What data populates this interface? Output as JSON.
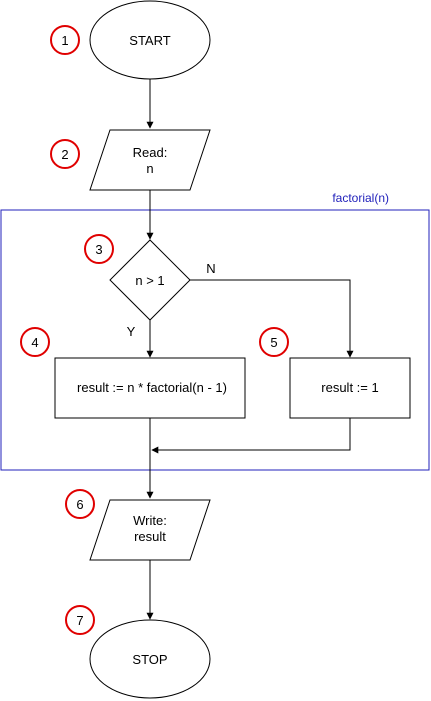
{
  "colors": {
    "stroke": "#000000",
    "step_marker": "#e00000",
    "frame": "#2222bb",
    "frame_label": "#2222bb",
    "fill": "#ffffff"
  },
  "frame": {
    "label": "factorial(n)"
  },
  "nodes": {
    "start": {
      "text": "START",
      "step": "1"
    },
    "read": {
      "line1": "Read:",
      "line2": "n",
      "step": "2"
    },
    "decision": {
      "text": "n > 1",
      "step": "3",
      "yes_label": "Y",
      "no_label": "N"
    },
    "recursive": {
      "text": "result := n * factorial(n - 1)",
      "step": "4"
    },
    "base": {
      "text": "result := 1",
      "step": "5"
    },
    "write": {
      "line1": "Write:",
      "line2": "result",
      "step": "6"
    },
    "stop": {
      "text": "STOP",
      "step": "7"
    }
  }
}
